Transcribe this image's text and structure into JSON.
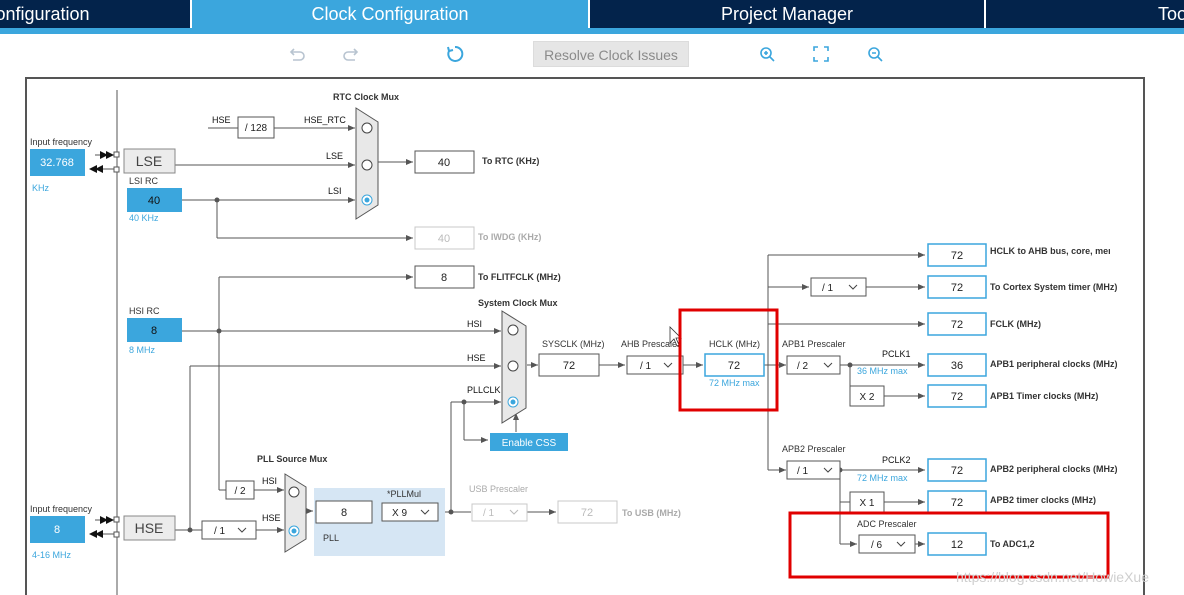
{
  "tabs": [
    {
      "label": "Pinout & Configuration",
      "visible": "Configuration",
      "active": false
    },
    {
      "label": "Clock Configuration",
      "visible": "Clock Configuration",
      "active": true
    },
    {
      "label": "Project Manager",
      "visible": "Project Manager",
      "active": false
    },
    {
      "label": "Tools",
      "visible": "Too",
      "active": false
    }
  ],
  "toolbar": {
    "undo_icon": "undo-icon",
    "redo_icon": "redo-icon",
    "refresh_icon": "refresh-icon",
    "resolve_label": "Resolve Clock Issues",
    "zoom_in_icon": "zoom-in-icon",
    "fit_icon": "fit-to-screen-icon",
    "zoom_out_icon": "zoom-out-icon"
  },
  "colors": {
    "accent": "#3ba6dd",
    "navy": "#03234b",
    "highlight": "#e00000"
  },
  "left": {
    "input_freq_label": "Input frequency",
    "lse_freq": "32.768",
    "lse_unit": "KHz",
    "lse_label": "LSE",
    "lsi_label": "LSI RC",
    "lsi_value": "40",
    "lsi_sub": "40 KHz",
    "hsi_label": "HSI RC",
    "hsi_value": "8",
    "hsi_sub": "8 MHz",
    "hse_freq_label": "Input frequency",
    "hse_freq": "8",
    "hse_range": "4-16 MHz",
    "hse_label": "HSE"
  },
  "rtc": {
    "title": "RTC Clock Mux",
    "hse_label": "HSE",
    "div": "/ 128",
    "hse_rtc": "HSE_RTC",
    "lse": "LSE",
    "lsi": "LSI",
    "out_value": "40",
    "out_label": "To RTC (KHz)",
    "iwdg_value": "40",
    "iwdg_label": "To IWDG (KHz)",
    "flit_value": "8",
    "flit_label": "To FLITFCLK (MHz)"
  },
  "sysmux": {
    "title": "System Clock Mux",
    "hsi": "HSI",
    "hse": "HSE",
    "pllclk": "PLLCLK",
    "css": "Enable CSS",
    "sysclk_label": "SYSCLK (MHz)",
    "sysclk_value": "72",
    "ahb_label": "AHB Prescaler",
    "ahb_value": "/ 1",
    "hclk_label": "HCLK (MHz)",
    "hclk_value": "72",
    "hclk_max": "72 MHz max"
  },
  "pll": {
    "title": "PLL Source Mux",
    "div2": "/ 2",
    "hsi": "HSI",
    "hse": "HSE",
    "hse_div": "/ 1",
    "pll_value": "8",
    "mul_label": "*PLLMul",
    "mul_value": "X 9",
    "pll_label": "PLL",
    "usb_label": "USB Prescaler",
    "usb_div": "/ 1",
    "usb_value": "72",
    "usb_out": "To USB (MHz)"
  },
  "outputs": {
    "ahb_value": "72",
    "ahb_label": "HCLK to AHB bus, core, memory and DMA (MHz)",
    "cortex_div": "/ 1",
    "cortex_value": "72",
    "cortex_label": "To Cortex System timer (MHz)",
    "fclk_value": "72",
    "fclk_label": "FCLK (MHz)",
    "apb1_label": "APB1 Prescaler",
    "apb1_div": "/ 2",
    "pclk1": "PCLK1",
    "apb1_max": "36 MHz max",
    "apb1_value": "36",
    "apb1_out": "APB1 peripheral clocks (MHz)",
    "apb1_timer_mul": "X 2",
    "apb1_timer_value": "72",
    "apb1_timer_out": "APB1 Timer clocks (MHz)",
    "apb2_label": "APB2 Prescaler",
    "apb2_div": "/ 1",
    "pclk2": "PCLK2",
    "apb2_max": "72 MHz max",
    "apb2_value": "72",
    "apb2_out": "APB2 peripheral clocks (MHz)",
    "apb2_timer_mul": "X 1",
    "apb2_timer_value": "72",
    "apb2_timer_out": "APB2 timer clocks (MHz)",
    "adc_label": "ADC Prescaler",
    "adc_div": "/ 6",
    "adc_value": "12",
    "adc_out": "To ADC1,2"
  },
  "watermark": "https://blog.csdn.net/HowieXue"
}
